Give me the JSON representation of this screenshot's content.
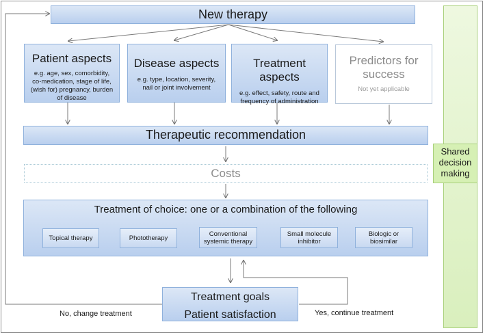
{
  "new_therapy": "New therapy",
  "aspects": [
    {
      "title": "Patient aspects",
      "desc": "e.g. age, sex, comorbidity, co-medication, stage of life, (wish for) pregnancy, burden of disease"
    },
    {
      "title": "Disease aspects",
      "desc": "e.g. type, location, severity, nail or joint involvement"
    },
    {
      "title": "Treatment aspects",
      "desc": "e.g. effect, safety, route and frequency of  administration"
    },
    {
      "title": "Predictors for success",
      "desc": "Not yet applicable"
    }
  ],
  "recommendation": "Therapeutic recommendation",
  "costs": "Costs",
  "treatment_choice": {
    "title": "Treatment of choice: one or a combination of the following",
    "options": [
      "Topical therapy",
      "Phototherapy",
      "Conventional systemic therapy",
      "Small molecule inhibitor",
      "Biologic or biosimilar"
    ]
  },
  "goals": {
    "line1": "Treatment goals",
    "line2": "Patient satisfaction"
  },
  "no_label": "No, change treatment",
  "yes_label": "Yes, continue treatment",
  "shared_decision": "Shared decision making"
}
